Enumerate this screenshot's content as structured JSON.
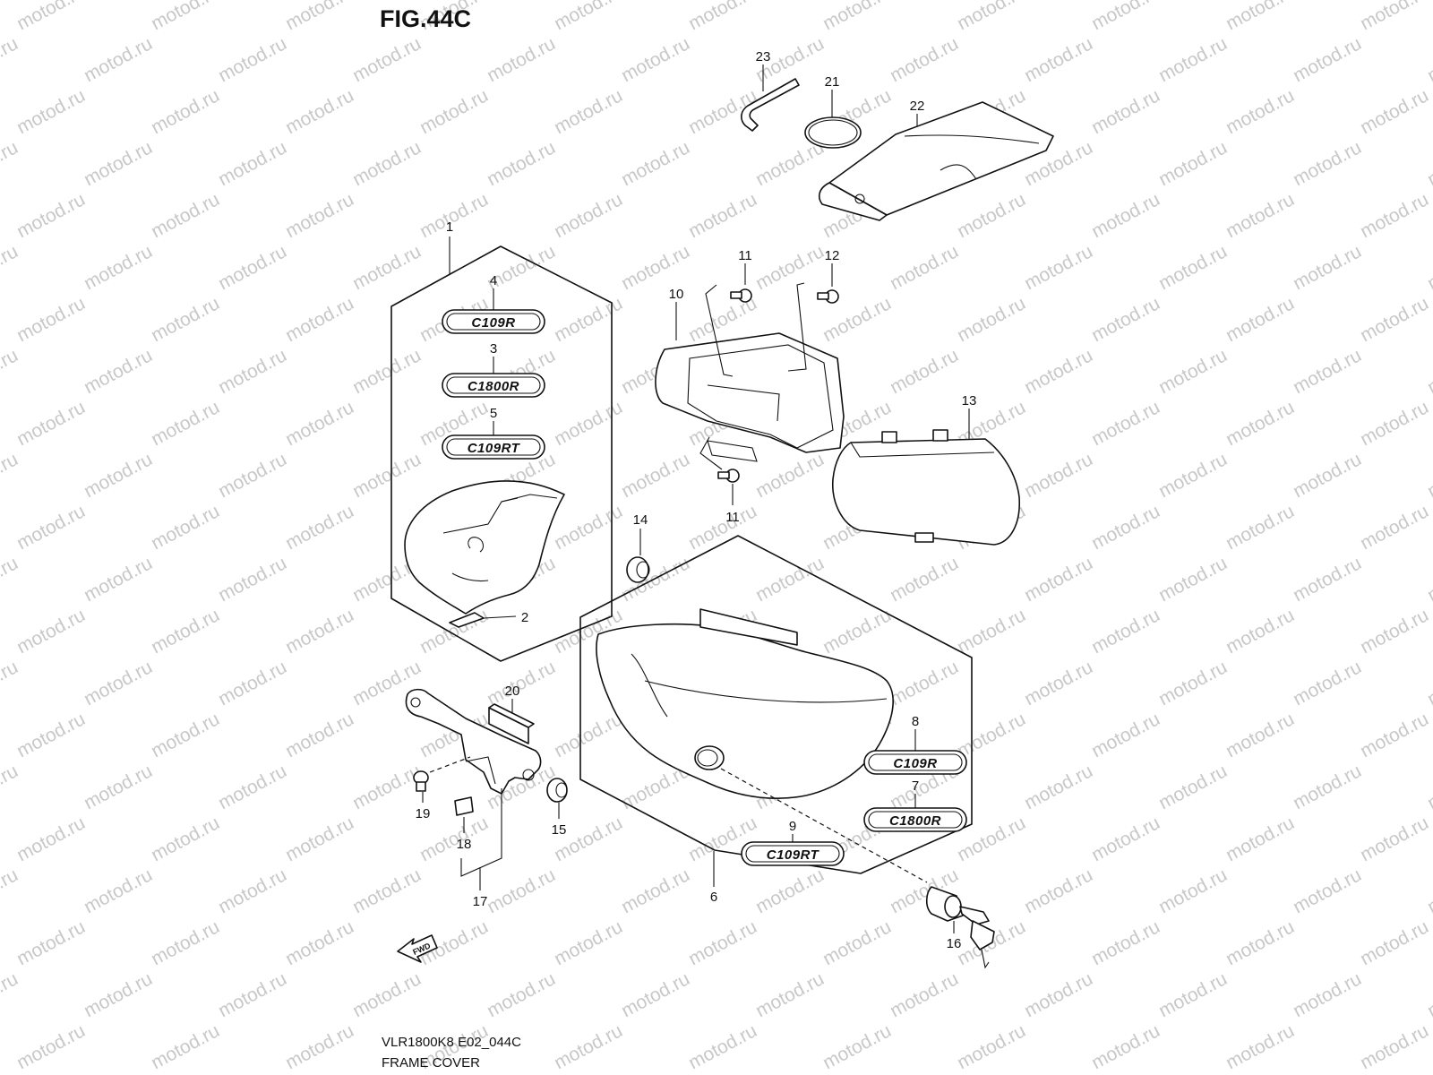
{
  "figure": {
    "title": "FIG.44C",
    "code": "VLR1800K8 E02_044C",
    "name": "FRAME COVER"
  },
  "watermark": "motod.ru",
  "fwd_label": "FWD",
  "badges": {
    "b4": "C109R",
    "b3": "C1800R",
    "b5": "C109RT",
    "b8": "C109R",
    "b7": "C1800R",
    "b9": "C109RT"
  },
  "callouts": {
    "c1": "1",
    "c2": "2",
    "c3": "3",
    "c4": "4",
    "c5": "5",
    "c6": "6",
    "c7": "7",
    "c8": "8",
    "c9": "9",
    "c10": "10",
    "c11a": "11",
    "c11b": "11",
    "c12": "12",
    "c13": "13",
    "c14": "14",
    "c15": "15",
    "c16": "16",
    "c17": "17",
    "c18": "18",
    "c19": "19",
    "c20": "20",
    "c21": "21",
    "c22": "22",
    "c23": "23"
  },
  "colors": {
    "line": "#111111",
    "watermark": "#c8c8c8",
    "background": "#ffffff"
  }
}
